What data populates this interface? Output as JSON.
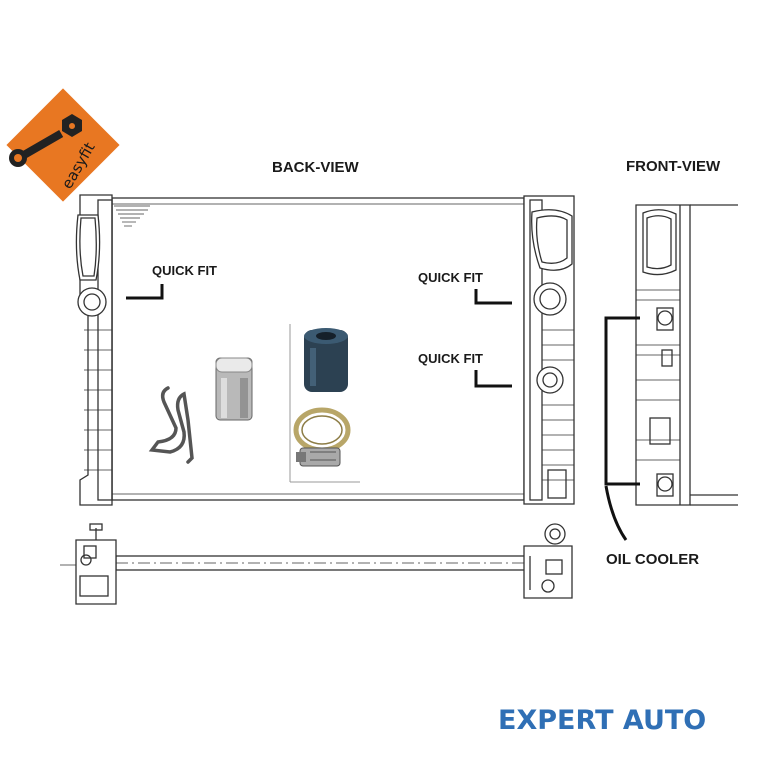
{
  "labels": {
    "back_view": "BACK-VIEW",
    "front_view": "FRONT-VIEW",
    "quick_fit_left": "QUICK FIT",
    "quick_fit_right_top": "QUICK FIT",
    "quick_fit_right_bottom": "QUICK FIT",
    "oil_cooler": "OIL COOLER"
  },
  "badge": {
    "text": "easyfit",
    "icon": "wrench-bolt-icon",
    "color": "#e87722"
  },
  "watermark": {
    "text": "EXPERT AUTO",
    "color": "#2f6fb5"
  }
}
